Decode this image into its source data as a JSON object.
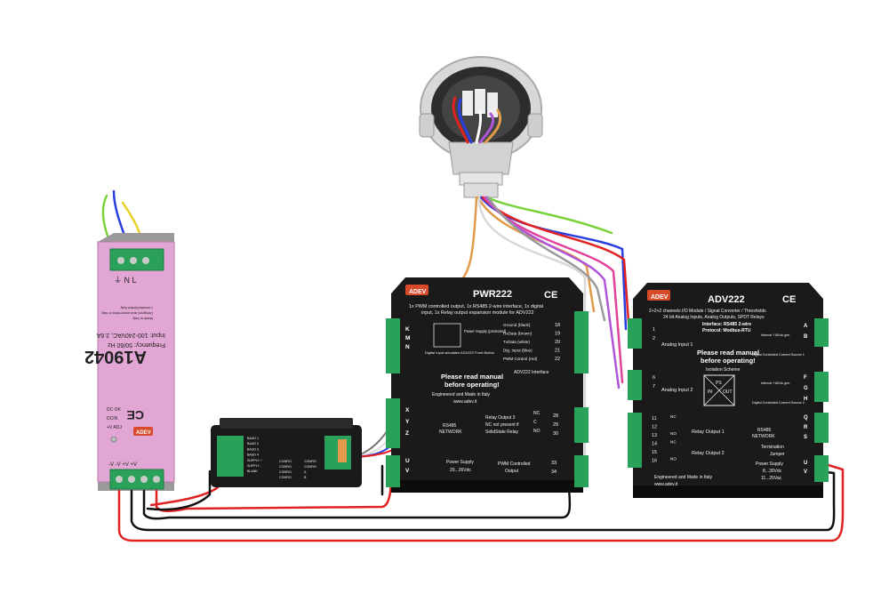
{
  "psu": {
    "model": "A19042",
    "ce_mark": "CE",
    "input_spec": "Input: 100-240VAC, 2.6A",
    "frequency": "Frequency: 50/60 Hz",
    "fine_print": [
      "Contatto/Switch Italy",
      "Designed and assembled in Italy",
      "Made in Italy",
      "DCIN",
      "+V ADJ",
      "DC OK"
    ],
    "top_terminals": "⏚ N L",
    "bottom_terminals": "-V -V +V +V",
    "logo": "ADEV"
  },
  "converter": {
    "left_labels": [
      "BAUD 1",
      "BAUD 2",
      "BAUD 3",
      "BAUD 4",
      "SUPPLY +",
      "SUPPLY -",
      "BLANK"
    ],
    "mid_labels": [
      "CONFIG",
      "CONFIG",
      "CONFIG",
      "CONFIG"
    ],
    "right_labels": [
      "CONFIG",
      "CONFIG",
      "A",
      "B"
    ]
  },
  "pwr222": {
    "logo": "ADEV",
    "title": "PWR222",
    "ce_mark": "CE",
    "description_1": "1x PWM controlled output, 1x RS485 2-wire interface, 1x digital",
    "description_2": "input, 1x Relay output expansion module for ADV222",
    "power_supply_box": "Power Supply (protected)",
    "digital_input_note": "Digital Input simulates ADV222 Front Button",
    "iface_rows": [
      {
        "label": "Ground (black)",
        "num": "18"
      },
      {
        "label": "RxData (brown)",
        "num": "19"
      },
      {
        "label": "TxData (white)",
        "num": "20"
      },
      {
        "label": "Dig. Input (blue)",
        "num": "21"
      },
      {
        "label": "PWM Control (red)",
        "num": "22"
      }
    ],
    "iface_title": "ADV222 Interface",
    "manual_1": "Please read manual",
    "manual_2": "before operating!",
    "made_in": "Engineered and Made in Italy",
    "url": "www.adev.it",
    "left_letters": [
      "K",
      "M",
      "N",
      "X",
      "Y",
      "Z",
      "U",
      "V"
    ],
    "rs485_label_1": "RS485",
    "rs485_label_2": "NETWORK",
    "relay3_1": "Relay Output 3",
    "relay3_2": "NC not present if",
    "relay3_3": "SolidState Relay",
    "relay_pins": [
      {
        "label": "NC",
        "num": "28"
      },
      {
        "label": "C",
        "num": "29"
      },
      {
        "label": "NO",
        "num": "30"
      }
    ],
    "psu_label_1": "Power Supply",
    "psu_label_2": "20...26Vdc",
    "pwm_label_1": "PWM Controlled",
    "pwm_label_2": "Output",
    "pwm_pins": [
      "33",
      "34"
    ]
  },
  "adv222": {
    "logo": "ADEV",
    "title": "ADV222",
    "ce_mark": "CE",
    "description_1": "2+2+2 channels I/O Module / Signal Converter / Thresholds",
    "description_2": "24 bit Analog Inputs, Analog Outputs, SPDT Relays",
    "interface": "Interface: RS485 2-wire",
    "protocol": "Protocol: Modbus-RTU",
    "analog_in_1": "Analog Input 1",
    "analog_in_2": "Analog Input 2",
    "manual_1": "Please read manual",
    "manual_2": "before operating!",
    "isolation": "Isolation Scheme",
    "current_src_1": "Digital Controlled Current Source 1",
    "current_src_2": "Digital Controlled Current Source 2",
    "internal_1": "Internal +18Vdc gen.",
    "internal_2": "Internal +18Vdc gen.",
    "relay1": "Relay Output 1",
    "relay2": "Relay Output 2",
    "relay_pins": [
      {
        "num": "11",
        "label": "NC"
      },
      {
        "num": "12",
        "label": ""
      },
      {
        "num": "13",
        "label": "NO"
      },
      {
        "num": "14",
        "label": "NC"
      },
      {
        "num": "15",
        "label": ""
      },
      {
        "num": "16",
        "label": "NO"
      }
    ],
    "rs485_1": "RS485",
    "rs485_2": "NETWORK",
    "termination_1": "Termination",
    "termination_2": "Jumper",
    "psu_1": "Power Supply",
    "psu_2": "8...30Vdc",
    "psu_3": "11...25Vac",
    "made_in": "Engineered and Made in Italy",
    "url": "www.adev.it",
    "left_nums": [
      "1",
      "2",
      "6",
      "7"
    ],
    "right_letters": [
      "A",
      "B",
      "F",
      "G",
      "H",
      "Q",
      "R",
      "S",
      "U",
      "V"
    ],
    "iso_labels": [
      "PS",
      "IN",
      "OUT"
    ]
  },
  "colors": {
    "psu_pink": "#e2a6d4",
    "module_body": "#1a1a1a",
    "terminal_green": "#2aa15a",
    "wire_red": "#e02222",
    "wire_black": "#111111",
    "wire_blue": "#2a3fe0",
    "wire_green": "#7ad23a",
    "wire_yellow": "#e8d12a",
    "wire_purple": "#b055d8",
    "wire_magenta": "#e0449a",
    "wire_orange": "#e09a4a",
    "wire_white": "#cfcfcf",
    "wire_gray": "#9a9a9a"
  }
}
